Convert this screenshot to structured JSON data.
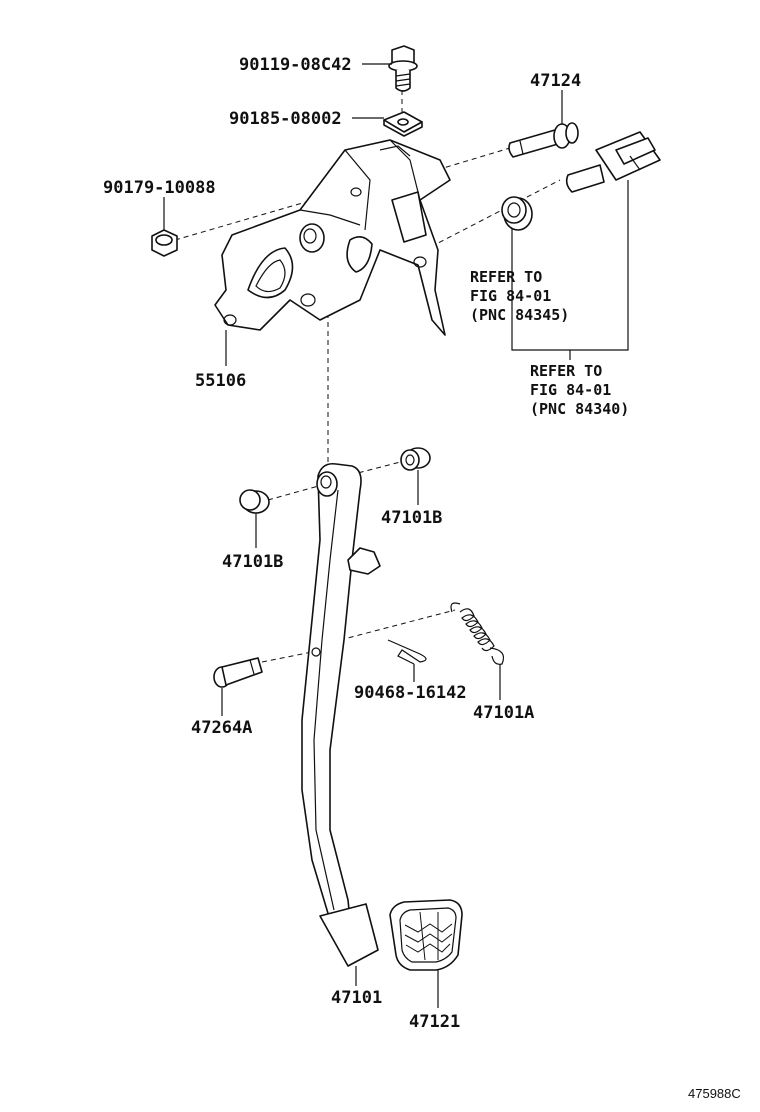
{
  "labels": {
    "bolt": "90119-08C42",
    "washer": "90185-08002",
    "nut": "90179-10088",
    "pin_top": "47124",
    "bracket": "55106",
    "bushing_right": "47101B",
    "bushing_left": "47101B",
    "clip": "90468-16142",
    "spring": "47101A",
    "clevis_pin": "47264A",
    "pedal_arm": "47101",
    "pedal_pad": "47121"
  },
  "refer_notes": {
    "note1": [
      "REFER TO",
      "FIG 84-01",
      "(PNC 84345)"
    ],
    "note2": [
      "REFER TO",
      "FIG 84-01",
      "(PNC 84340)"
    ]
  },
  "figure_code": "475988C"
}
